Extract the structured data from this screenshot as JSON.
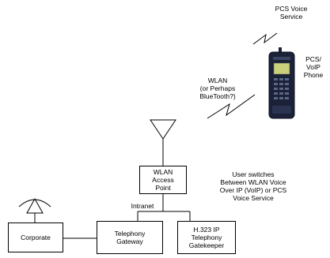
{
  "labels": {
    "pcs_voice_service": "PCS Voice\nService",
    "pcs_voip_phone": "PCS/\nVoIP\nPhone",
    "wlan_bluetooth": "WLAN\n(or Perhaps\nBlueTooth?)",
    "user_switches": "User switches\nBetween WLAN Voice\nOver IP (VoIP) or PCS\nVoice Service",
    "intranet": "Intranet"
  },
  "boxes": {
    "access_point": "WLAN\nAccess\nPoint",
    "corporate": "Corporate",
    "telephony_gateway": "Telephony\nGateway",
    "gatekeeper": "H.323 IP\nTelephony\nGatekeeper"
  },
  "phone": {
    "screen_color": "#c9cf7a",
    "body_color": "#1b2238"
  }
}
